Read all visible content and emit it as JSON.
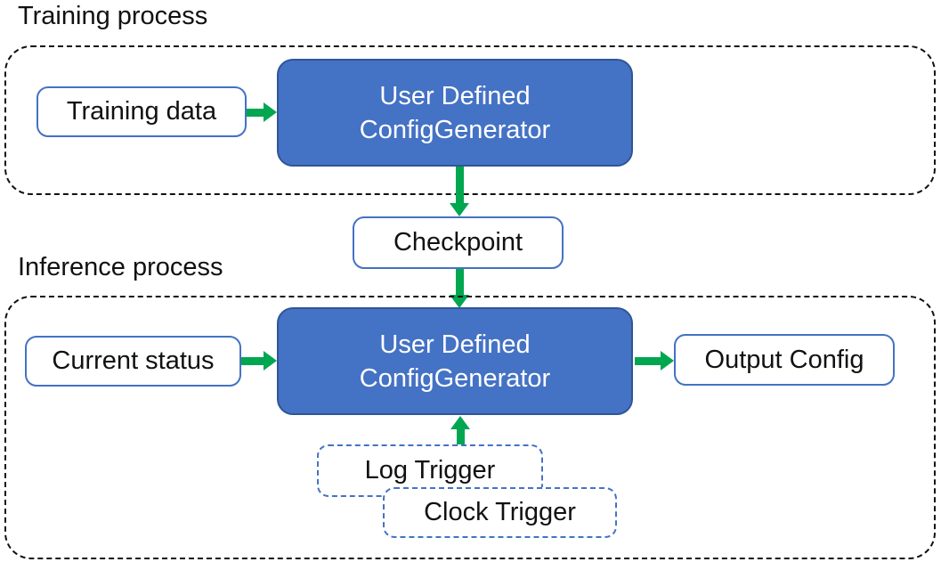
{
  "colors": {
    "node_fill_blue": "#4472C4",
    "node_border_dark_blue": "#2F5597",
    "white_node_border_blue": "#4472C4",
    "arrow_green": "#00A650",
    "container_dash_black": "#111111",
    "text_black": "#111111",
    "text_white": "#ffffff"
  },
  "training": {
    "label": "Training process",
    "input_box": "Training data",
    "generator_line1": "User Defined",
    "generator_line2": "ConfigGenerator"
  },
  "checkpoint": {
    "label": "Checkpoint"
  },
  "inference": {
    "label": "Inference process",
    "input_box": "Current status",
    "generator_line1": "User Defined",
    "generator_line2": "ConfigGenerator",
    "output_box": "Output Config",
    "log_trigger": "Log Trigger",
    "clock_trigger": "Clock Trigger"
  }
}
